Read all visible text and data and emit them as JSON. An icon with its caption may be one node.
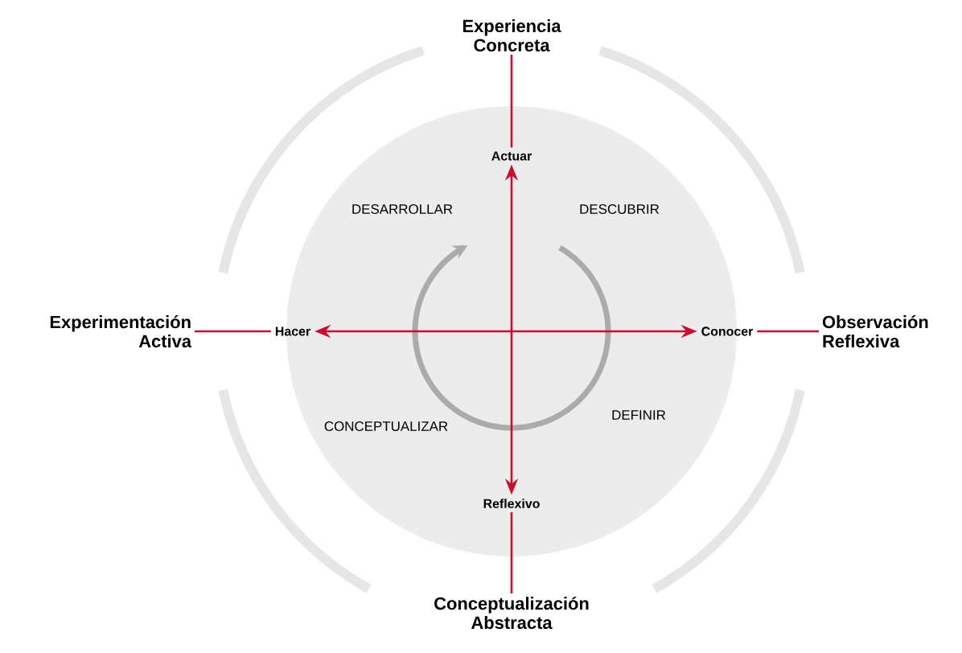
{
  "diagram": {
    "nodes": [
      {
        "text": [
          "Experiencia Concreta"
        ]
      },
      {
        "text": [
          "Experimentación Activa"
        ]
      },
      {
        "text": [
          "Observación Reflexiva"
        ]
      },
      {
        "text": [],
        "shape": "circle"
      },
      {
        "text": [
          "Actuar"
        ],
        "in": 3
      },
      {
        "text": [
          "Hacer"
        ],
        "in": 3
      },
      {
        "text": [
          "Conocer"
        ],
        "in": 3
      },
      {
        "text": [
          "Reflexivo"
        ],
        "in": 3
      },
      {
        "text": [
          "Conceptualización Abstracta"
        ]
      }
    ],
    "edges": [
      {
        "from": 0,
        "to": 4,
        "arrow": "none"
      },
      {
        "from": null,
        "to": 4,
        "arrow": "to"
      },
      {
        "from": 1,
        "to": 5,
        "arrow": "none"
      },
      {
        "from": null,
        "to": 5,
        "arrow": "to"
      },
      {
        "from": null,
        "to": 6,
        "arrow": "to"
      },
      {
        "from": 6,
        "to": 2,
        "arrow": "none"
      },
      {
        "from": null,
        "to": 7,
        "arrow": "to"
      },
      {
        "from": 7,
        "to": 8,
        "arrow": "none"
      }
    ],
    "labels": [
      "DESARROLLAR",
      "DESCUBRIR",
      "CONCEPTUALIZAR",
      "DEFINIR"
    ]
  }
}
